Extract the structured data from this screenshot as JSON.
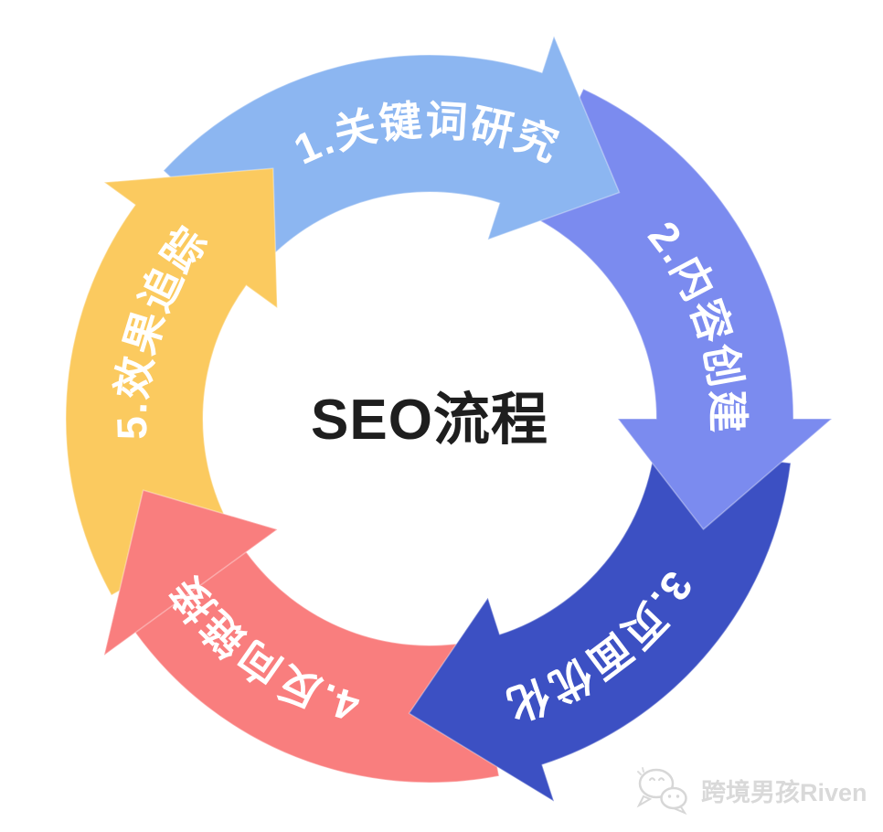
{
  "title": {
    "text": "SEO流程",
    "color": "#1e1e1e"
  },
  "cycle": {
    "direction": "clockwise",
    "segments": [
      {
        "step": 1,
        "label": "1.关键词研究",
        "color": "#8cb6f1"
      },
      {
        "step": 2,
        "label": "2.内容创建",
        "color": "#7b8bef"
      },
      {
        "step": 3,
        "label": "3.页面优化",
        "color": "#3c50c3"
      },
      {
        "step": 4,
        "label": "4.反向链接",
        "color": "#f97e7e"
      },
      {
        "step": 5,
        "label": "5.效果追踪",
        "color": "#fbca5f"
      }
    ]
  },
  "watermark": {
    "icon": "wechat-icon",
    "text": "跨境男孩Riven",
    "color": "#d9d9d9"
  },
  "background_color": "#ffffff",
  "label_text_color": "#ffffff"
}
